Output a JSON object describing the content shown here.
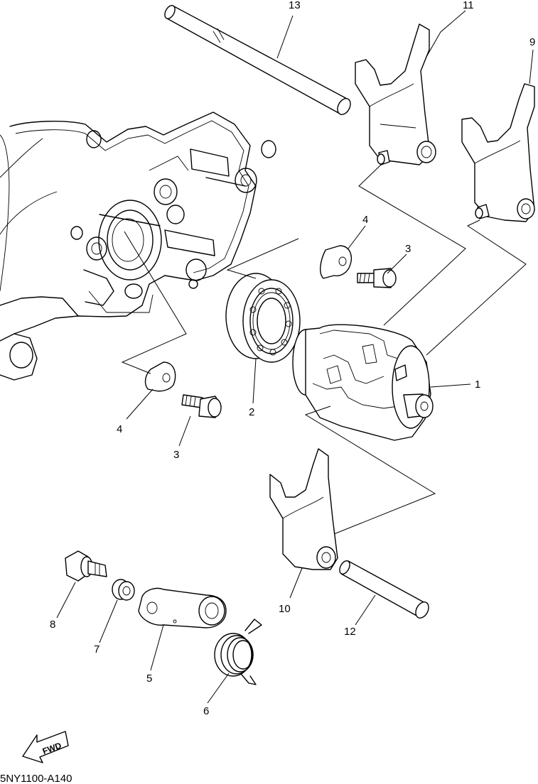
{
  "diagram": {
    "code": "5NY1100-A140",
    "direction_label": "FWD",
    "callouts": [
      {
        "id": "c13",
        "text": "13"
      },
      {
        "id": "c11",
        "text": "11"
      },
      {
        "id": "c9",
        "text": "9"
      },
      {
        "id": "c4a",
        "text": "4"
      },
      {
        "id": "c3a",
        "text": "3"
      },
      {
        "id": "c1",
        "text": "1"
      },
      {
        "id": "c2",
        "text": "2"
      },
      {
        "id": "c4b",
        "text": "4"
      },
      {
        "id": "c3b",
        "text": "3"
      },
      {
        "id": "c10",
        "text": "10"
      },
      {
        "id": "c12",
        "text": "12"
      },
      {
        "id": "c8",
        "text": "8"
      },
      {
        "id": "c7",
        "text": "7"
      },
      {
        "id": "c5",
        "text": "5"
      },
      {
        "id": "c6",
        "text": "6"
      }
    ]
  }
}
